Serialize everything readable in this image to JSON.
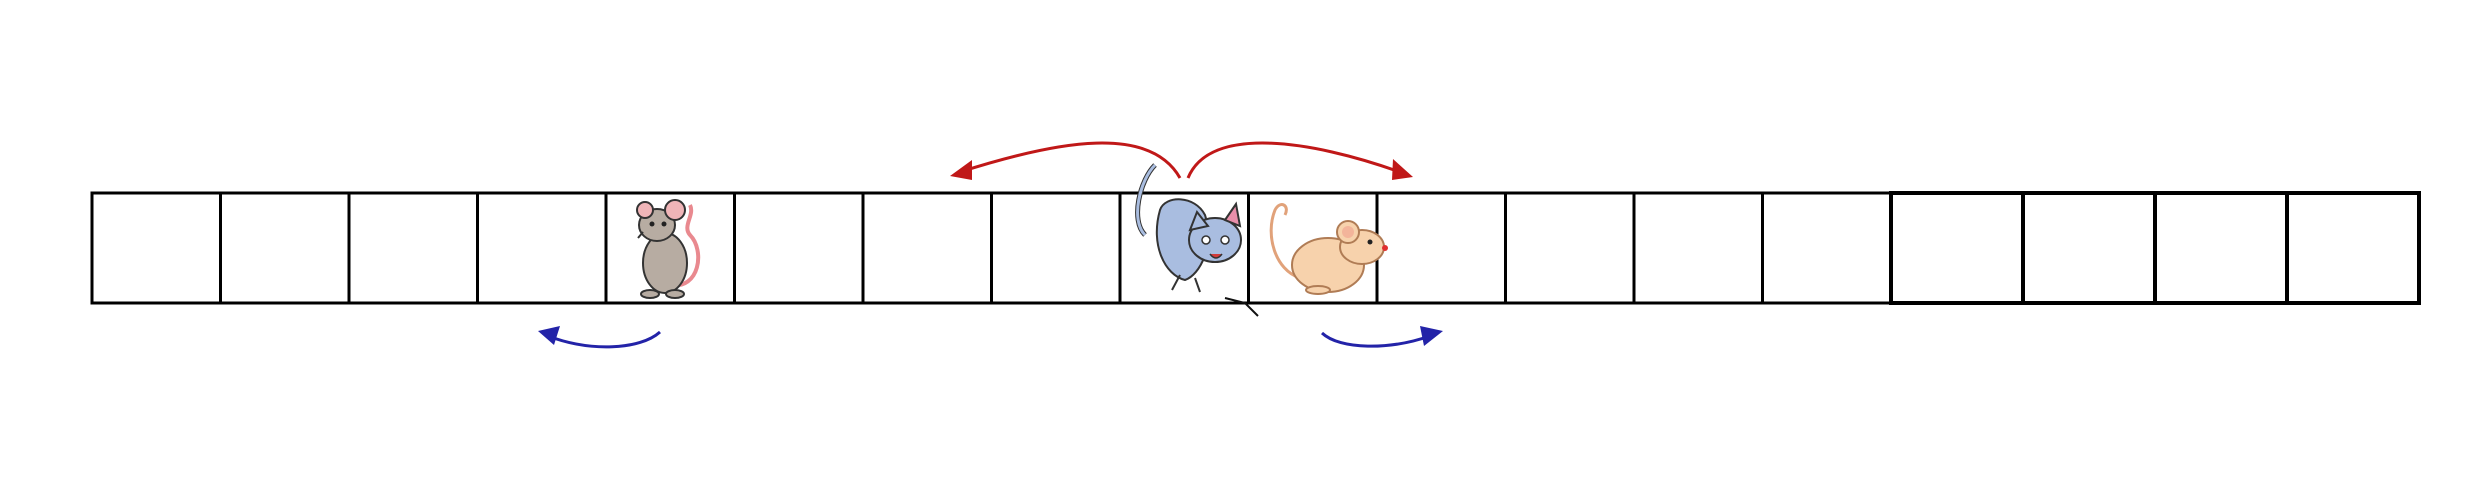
{
  "diagram": {
    "cell_count": 18,
    "gray_mouse_cell": 5,
    "cat_cell": 9,
    "tan_mouse_cell": 10,
    "cat_jump_arrows": [
      {
        "direction": "left",
        "color": "#c01818"
      },
      {
        "direction": "right",
        "color": "#c01818"
      }
    ],
    "mouse_move_arrows": [
      {
        "under": "gray-mouse",
        "direction": "left",
        "color": "#2323a8"
      },
      {
        "under": "tan-mouse",
        "direction": "right",
        "color": "#2323a8"
      }
    ],
    "colors": {
      "cell_border": "#000000",
      "cat_body": "#a9bde0",
      "gray_mouse_body": "#b7aca2",
      "tan_mouse_body": "#f7d2ac"
    }
  }
}
